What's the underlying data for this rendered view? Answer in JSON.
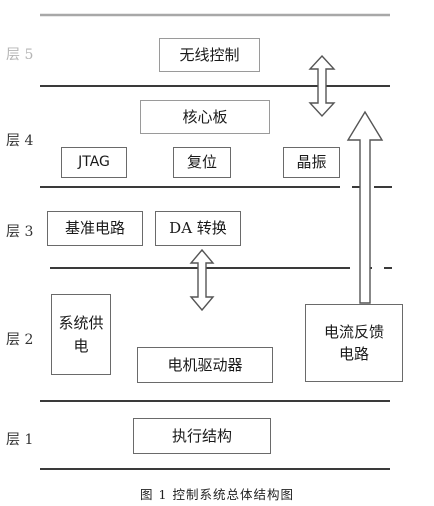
{
  "layers": [
    {
      "label": "层 5"
    },
    {
      "label": "层 4"
    },
    {
      "label": "层 3"
    },
    {
      "label": "层 2"
    },
    {
      "label": "层 1"
    }
  ],
  "blocks": {
    "wireless_control": "无线控制",
    "core_board": "核心板",
    "jtag": "JTAG",
    "reset": "复位",
    "crystal": "晶振",
    "reference_circuit": "基准电路",
    "da_conversion": "DA 转换",
    "system_power": "系统供电",
    "motor_driver": "电机驱动器",
    "current_feedback": "电流反馈电路",
    "actuator": "执行结构"
  },
  "caption": "图 1 控制系统总体结构图"
}
